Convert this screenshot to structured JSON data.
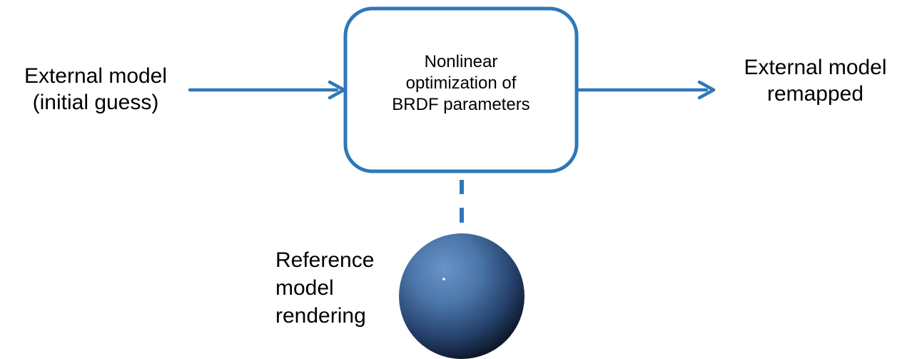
{
  "input_label": [
    "External model",
    "(initial guess)"
  ],
  "process_label": [
    "Nonlinear",
    "optimization of",
    "BRDF parameters"
  ],
  "output_label": [
    "External model",
    "remapped"
  ],
  "reference_label": [
    "Reference",
    "model",
    "rendering"
  ],
  "colors": {
    "accent": "#2E78B8",
    "sphere_light": "#5B86BC",
    "sphere_dark": "#0B1624"
  },
  "icons": {
    "reference": "sphere-icon"
  }
}
